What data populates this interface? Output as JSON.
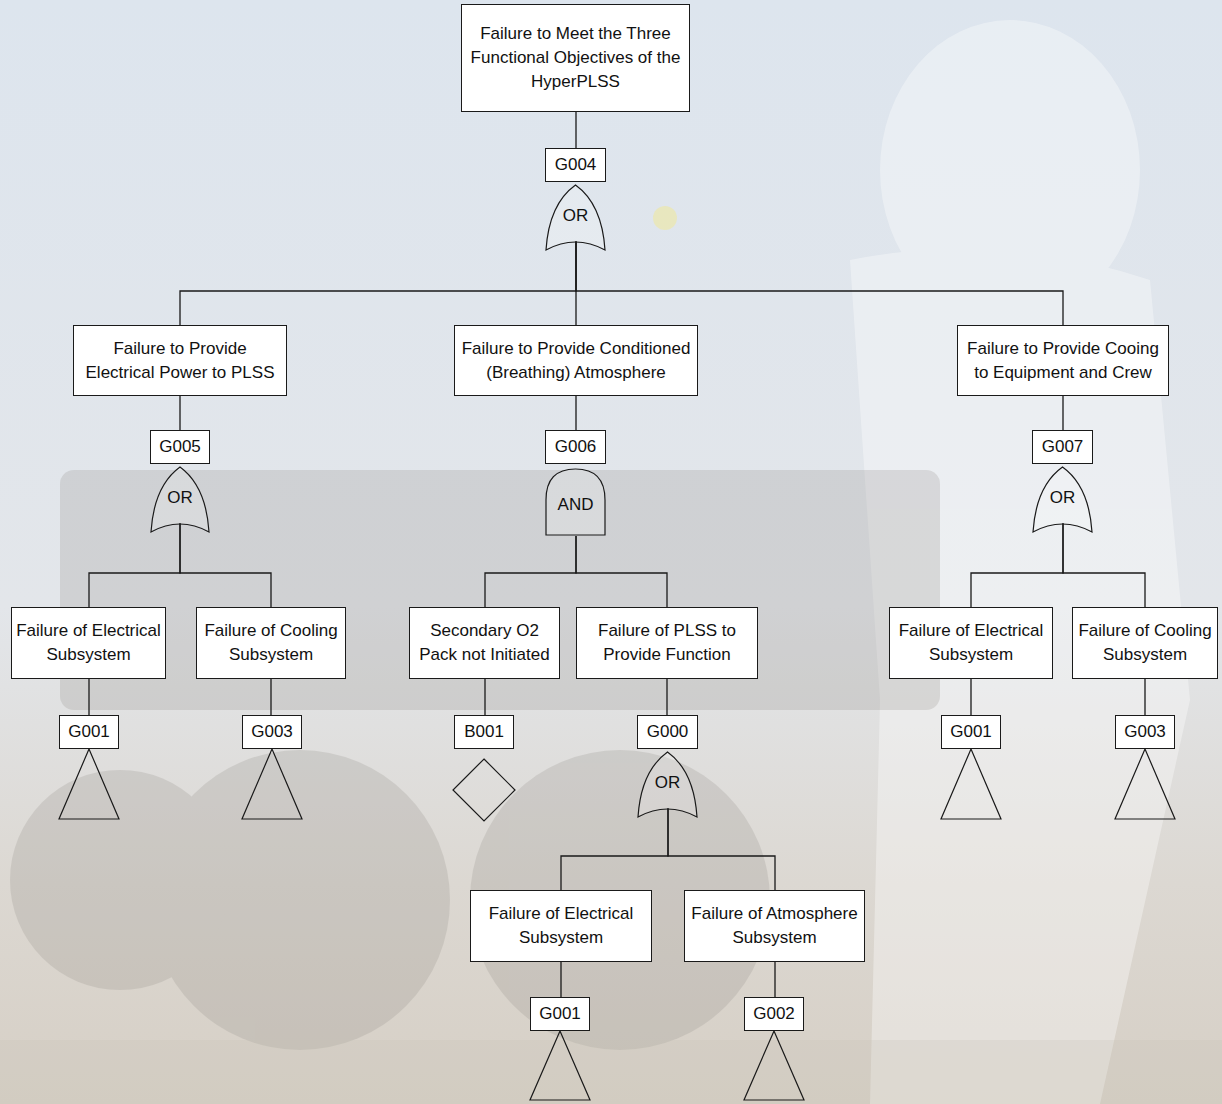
{
  "diagram": {
    "nodes": [
      {
        "text": [
          "Failure to Meet the Three Functional Objectives of the HyperPLSS"
        ]
      },
      {
        "text": [
          "G004"
        ]
      },
      {
        "text": [
          "OR"
        ]
      },
      {
        "text": [
          "Failure to Provide Electrical Power to PLSS"
        ]
      },
      {
        "text": [
          "Failure to Provide Conditioned (Breathing) Atmosphere"
        ]
      },
      {
        "text": [
          "Failure to Provide Cooing to Equipment and Crew"
        ]
      },
      {
        "text": [
          "G005"
        ]
      },
      {
        "text": [
          "OR"
        ]
      },
      {
        "text": [
          "G006"
        ]
      },
      {
        "text": [
          "AND"
        ]
      },
      {
        "text": [
          "G007"
        ]
      },
      {
        "text": [
          "OR"
        ]
      },
      {
        "text": [
          "Failure of Electrical Subsystem"
        ]
      },
      {
        "text": [
          "Failure of Cooling Subsystem"
        ]
      },
      {
        "text": [
          "Secondary O2 Pack not Initiated"
        ]
      },
      {
        "text": [
          "Failure of PLSS to Provide Function"
        ]
      },
      {
        "text": [
          "Failure of Electrical Subsystem"
        ]
      },
      {
        "text": [
          "Failure of Cooling Subsystem"
        ]
      },
      {
        "text": [
          "G001"
        ]
      },
      {
        "text": [
          "G003"
        ]
      },
      {
        "text": [
          "B001"
        ]
      },
      {
        "text": [
          "G000"
        ]
      },
      {
        "text": [
          "G001"
        ]
      },
      {
        "text": [
          "G003"
        ]
      },
      {
        "text": [
          "OR"
        ]
      },
      {
        "text": [
          "Failure of Electrical Subsystem"
        ]
      },
      {
        "text": [
          "Failure of Atmosphere Subsystem"
        ]
      },
      {
        "text": [
          "G001"
        ]
      },
      {
        "text": [
          "G002"
        ]
      }
    ],
    "edges": [
      {
        "from": 0,
        "to": 1,
        "arrow": "none"
      },
      {
        "from": 1,
        "to": 2,
        "arrow": "none"
      },
      {
        "from": 2,
        "to": 3,
        "arrow": "none"
      },
      {
        "from": 2,
        "to": 4,
        "arrow": "none"
      },
      {
        "from": 2,
        "to": 5,
        "arrow": "none"
      },
      {
        "from": 3,
        "to": 6,
        "arrow": "none"
      },
      {
        "from": 6,
        "to": 7,
        "arrow": "none"
      },
      {
        "from": 4,
        "to": 8,
        "arrow": "none"
      },
      {
        "from": 8,
        "to": 9,
        "arrow": "none"
      },
      {
        "from": 5,
        "to": 10,
        "arrow": "none"
      },
      {
        "from": 10,
        "to": 11,
        "arrow": "none"
      },
      {
        "from": 7,
        "to": 12,
        "arrow": "none"
      },
      {
        "from": 7,
        "to": 13,
        "arrow": "none"
      },
      {
        "from": 9,
        "to": 14,
        "arrow": "none"
      },
      {
        "from": 9,
        "to": 15,
        "arrow": "none"
      },
      {
        "from": 11,
        "to": 16,
        "arrow": "none"
      },
      {
        "from": 11,
        "to": 17,
        "arrow": "none"
      },
      {
        "from": 12,
        "to": 18,
        "arrow": "none"
      },
      {
        "from": 13,
        "to": 19,
        "arrow": "none"
      },
      {
        "from": 14,
        "to": 20,
        "arrow": "none"
      },
      {
        "from": 15,
        "to": 21,
        "arrow": "none"
      },
      {
        "from": 16,
        "to": 22,
        "arrow": "none"
      },
      {
        "from": 17,
        "to": 23,
        "arrow": "none"
      },
      {
        "from": 21,
        "to": 24,
        "arrow": "none"
      },
      {
        "from": 24,
        "to": 25,
        "arrow": "none"
      },
      {
        "from": 24,
        "to": 26,
        "arrow": "none"
      },
      {
        "from": 25,
        "to": 27,
        "arrow": "none"
      },
      {
        "from": 26,
        "to": 28,
        "arrow": "none"
      }
    ]
  }
}
